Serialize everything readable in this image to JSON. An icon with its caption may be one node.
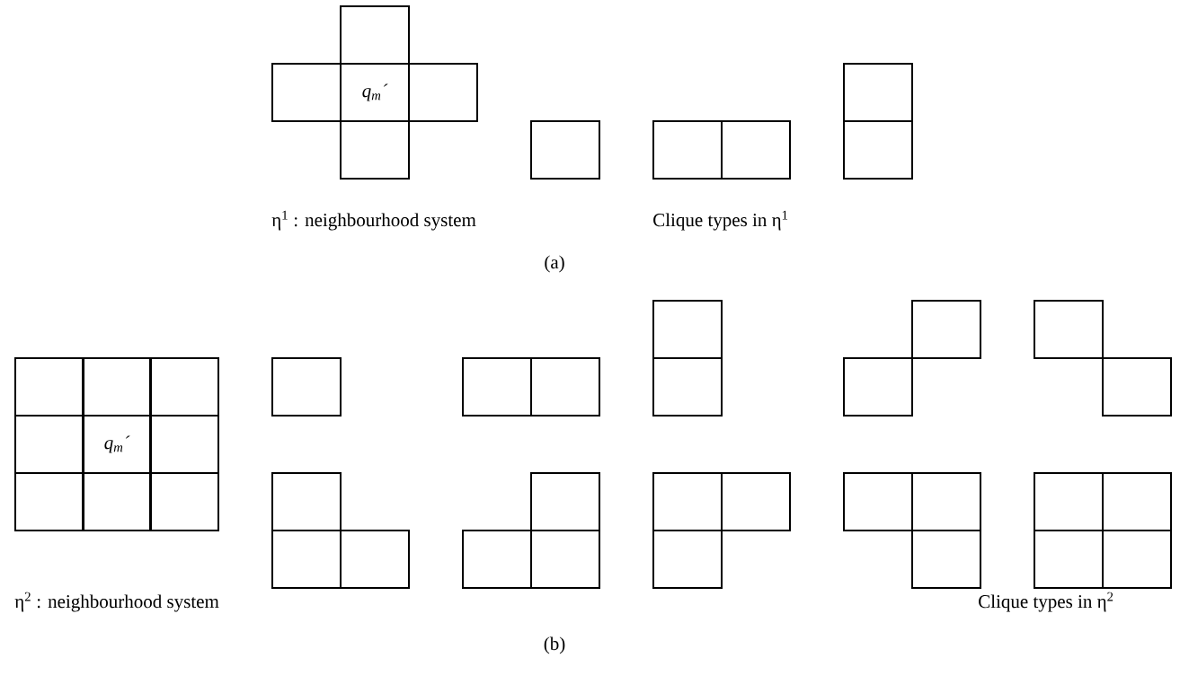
{
  "diagram": {
    "nodes": [
      {
        "text": [],
        "shape": "box"
      },
      {
        "text": [],
        "shape": "box"
      },
      {
        "text": [
          "q$_{m}$´"
        ]
      },
      {
        "text": [],
        "shape": "box"
      },
      {
        "text": [],
        "shape": "box"
      },
      {
        "text": [],
        "shape": "box"
      },
      {
        "text": [],
        "shape": "box"
      },
      {
        "text": [],
        "shape": "box"
      },
      {
        "text": [],
        "shape": "box"
      },
      {
        "text": [],
        "shape": "box"
      },
      {
        "text": [],
        "shape": "box"
      },
      {
        "text": [],
        "shape": "box"
      },
      {
        "text": [],
        "shape": "box"
      },
      {
        "text": [],
        "shape": "box"
      },
      {
        "text": [
          "q$_{m}$´"
        ]
      },
      {
        "text": [],
        "shape": "box"
      },
      {
        "text": [],
        "shape": "box"
      },
      {
        "text": [],
        "shape": "box"
      },
      {
        "text": [],
        "shape": "box"
      },
      {
        "text": [],
        "shape": "box"
      },
      {
        "text": [],
        "shape": "box"
      },
      {
        "text": [],
        "shape": "box"
      },
      {
        "text": [],
        "shape": "box"
      },
      {
        "text": [],
        "shape": "box"
      },
      {
        "text": [],
        "shape": "box"
      },
      {
        "text": [],
        "shape": "box"
      },
      {
        "text": [],
        "shape": "box"
      },
      {
        "text": [],
        "shape": "box"
      },
      {
        "text": [],
        "shape": "box"
      },
      {
        "text": [],
        "shape": "box"
      },
      {
        "text": [],
        "shape": "box"
      },
      {
        "text": [],
        "shape": "box"
      },
      {
        "text": [],
        "shape": "box"
      },
      {
        "text": [],
        "shape": "box"
      },
      {
        "text": [],
        "shape": "box"
      },
      {
        "text": [],
        "shape": "box"
      },
      {
        "text": [],
        "shape": "box"
      },
      {
        "text": [],
        "shape": "box"
      },
      {
        "text": [],
        "shape": "box"
      },
      {
        "text": [],
        "shape": "box"
      },
      {
        "text": [],
        "shape": "box"
      },
      {
        "text": [],
        "shape": "box"
      },
      {
        "text": [],
        "shape": "box"
      },
      {
        "text": [],
        "shape": "box"
      }
    ],
    "labels": [
      "η$^{1}$ : neighbourhood system",
      "Clique types in η$^{1}$",
      "(a)",
      "η$^{2}$ : neighbourhood system",
      "Clique types in η$^{2}$",
      "(b)"
    ]
  }
}
